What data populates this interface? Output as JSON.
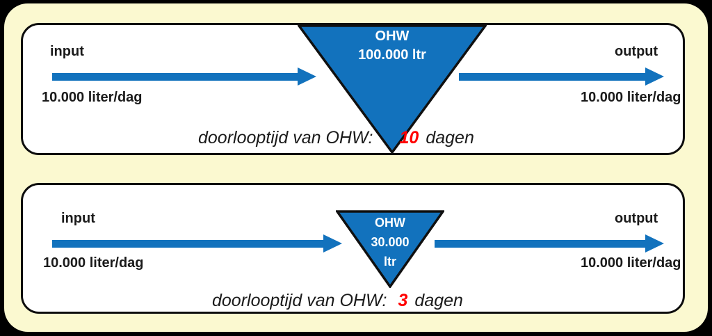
{
  "colors": {
    "flow_blue": "#1272BD",
    "board_yellow": "#FBF9D0",
    "panel_white": "#FFFFFF",
    "highlight_red": "#FF0000",
    "outer_black": "#000000"
  },
  "panels": [
    {
      "input_label": "input",
      "input_rate": "10.000 liter/dag",
      "output_label": "output",
      "output_rate": "10.000 liter/dag",
      "buffer_lines": [
        "OHW",
        "100.000 ltr"
      ],
      "caption_prefix": "doorlooptijd van OHW:",
      "caption_value": "10",
      "caption_suffix": "dagen"
    },
    {
      "input_label": "input",
      "input_rate": "10.000 liter/dag",
      "output_label": "output",
      "output_rate": "10.000 liter/dag",
      "buffer_lines": [
        "OHW",
        "30.000",
        "ltr"
      ],
      "caption_prefix": "doorlooptijd van OHW:",
      "caption_value": "3",
      "caption_suffix": "dagen"
    }
  ]
}
